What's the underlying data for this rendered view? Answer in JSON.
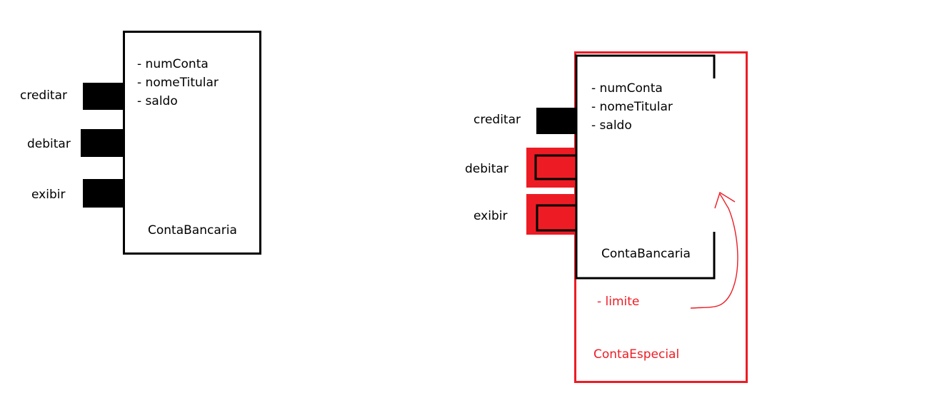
{
  "left": {
    "class_name": "ContaBancaria",
    "attributes": [
      "- numConta",
      "- nomeTitular",
      "- saldo"
    ],
    "methods": [
      "creditar",
      "debitar",
      "exibir"
    ]
  },
  "right": {
    "outer_class_name": "ContaEspecial",
    "outer_attribute": "- limite",
    "inner_class_name": "ContaBancaria",
    "attributes": [
      "- numConta",
      "- nomeTitular",
      "- saldo"
    ],
    "methods": [
      "creditar",
      "debitar",
      "exibir"
    ]
  },
  "colors": {
    "accent": "#ed1c24",
    "ink": "#000000"
  }
}
